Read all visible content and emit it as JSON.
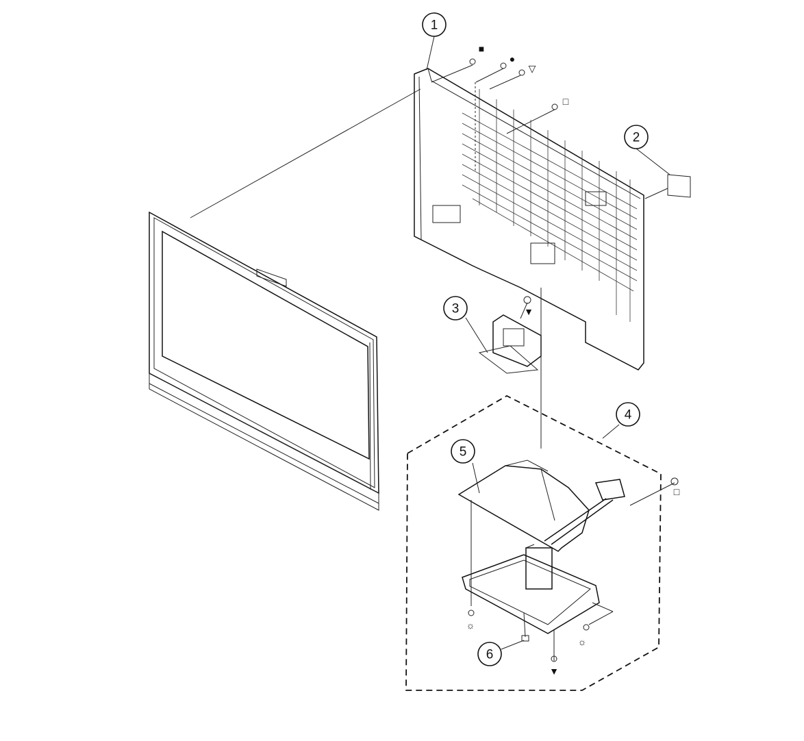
{
  "diagram": {
    "type": "exploded-parts-view",
    "callouts": [
      {
        "id": "callout-1",
        "label": "1"
      },
      {
        "id": "callout-2",
        "label": "2"
      },
      {
        "id": "callout-3",
        "label": "3"
      },
      {
        "id": "callout-4",
        "label": "4"
      },
      {
        "id": "callout-5",
        "label": "5"
      },
      {
        "id": "callout-6",
        "label": "6"
      }
    ],
    "screw_symbols": [
      {
        "name": "screw-filled-square",
        "glyph": "■"
      },
      {
        "name": "screw-filled-circle",
        "glyph": "●"
      },
      {
        "name": "screw-open-triangle",
        "glyph": "▽"
      },
      {
        "name": "screw-open-square",
        "glyph": "□"
      },
      {
        "name": "screw-filled-triangle",
        "glyph": "▼"
      },
      {
        "name": "screw-open-square-stand",
        "glyph": "□"
      },
      {
        "name": "screw-sun-left",
        "glyph": "☼"
      },
      {
        "name": "screw-sun-right",
        "glyph": "☼"
      },
      {
        "name": "screw-filled-triangle-bottom",
        "glyph": "▼"
      }
    ]
  }
}
